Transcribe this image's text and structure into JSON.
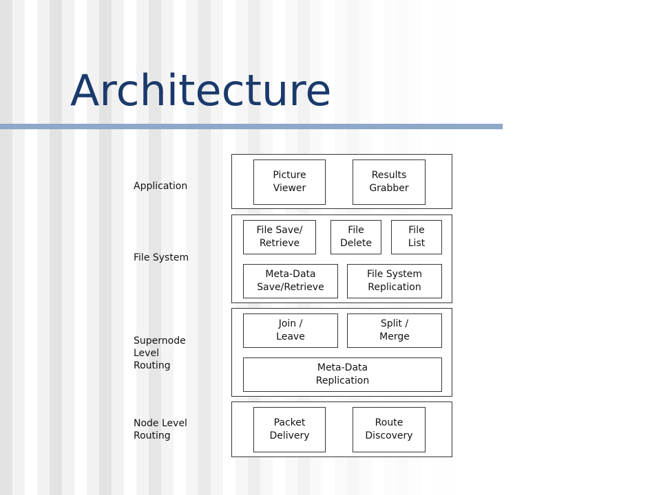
{
  "slide": {
    "title": "Architecture"
  },
  "layers": {
    "application": "Application",
    "file_system": "File System",
    "supernode_routing": "Supernode\nLevel\nRouting",
    "node_routing": "Node Level\nRouting"
  },
  "components": {
    "picture_viewer": "Picture\nViewer",
    "results_grabber": "Results\nGrabber",
    "file_save_retrieve": "File Save/\nRetrieve",
    "file_delete": "File\nDelete",
    "file_list": "File\nList",
    "metadata_save_retrieve": "Meta-Data\nSave/Retrieve",
    "file_system_replication": "File System\nReplication",
    "join_leave": "Join /\nLeave",
    "split_merge": "Split /\nMerge",
    "metadata_replication": "Meta-Data\nReplication",
    "packet_delivery": "Packet\nDelivery",
    "route_discovery": "Route\nDiscovery"
  },
  "colors": {
    "title": "#1a3a6b",
    "rule": "#8fa8c8"
  }
}
